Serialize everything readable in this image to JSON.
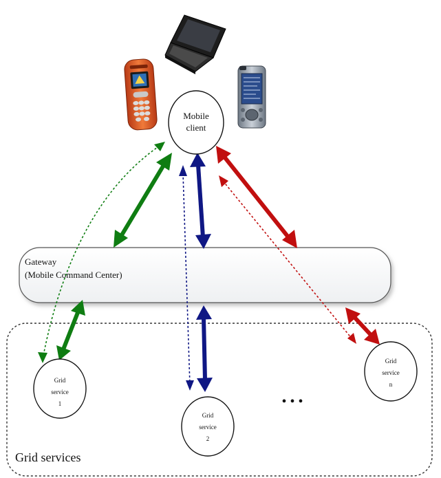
{
  "mobile_client": {
    "line1": "Mobile",
    "line2": "client"
  },
  "gateway": {
    "line1": "Gateway",
    "line2": "(Mobile Command Center)"
  },
  "grid_services_region": {
    "label": "Grid services"
  },
  "services": [
    {
      "line1": "Grid",
      "line2": "service",
      "line3": "1"
    },
    {
      "line1": "Grid",
      "line2": "service",
      "line3": "2"
    },
    {
      "line1": "Grid",
      "line2": "service",
      "line3": "n"
    }
  ],
  "ellipsis": "• • •",
  "devices": [
    {
      "icon": "mobile-phone-icon"
    },
    {
      "icon": "laptop-icon"
    },
    {
      "icon": "pda-icon"
    }
  ],
  "colors": {
    "green": "#0f7d12",
    "blue": "#0f1784",
    "red": "#c10f0f",
    "phone_body": "#e25722",
    "laptop": "#2a2a2a",
    "pda": "#9aa5b2"
  }
}
